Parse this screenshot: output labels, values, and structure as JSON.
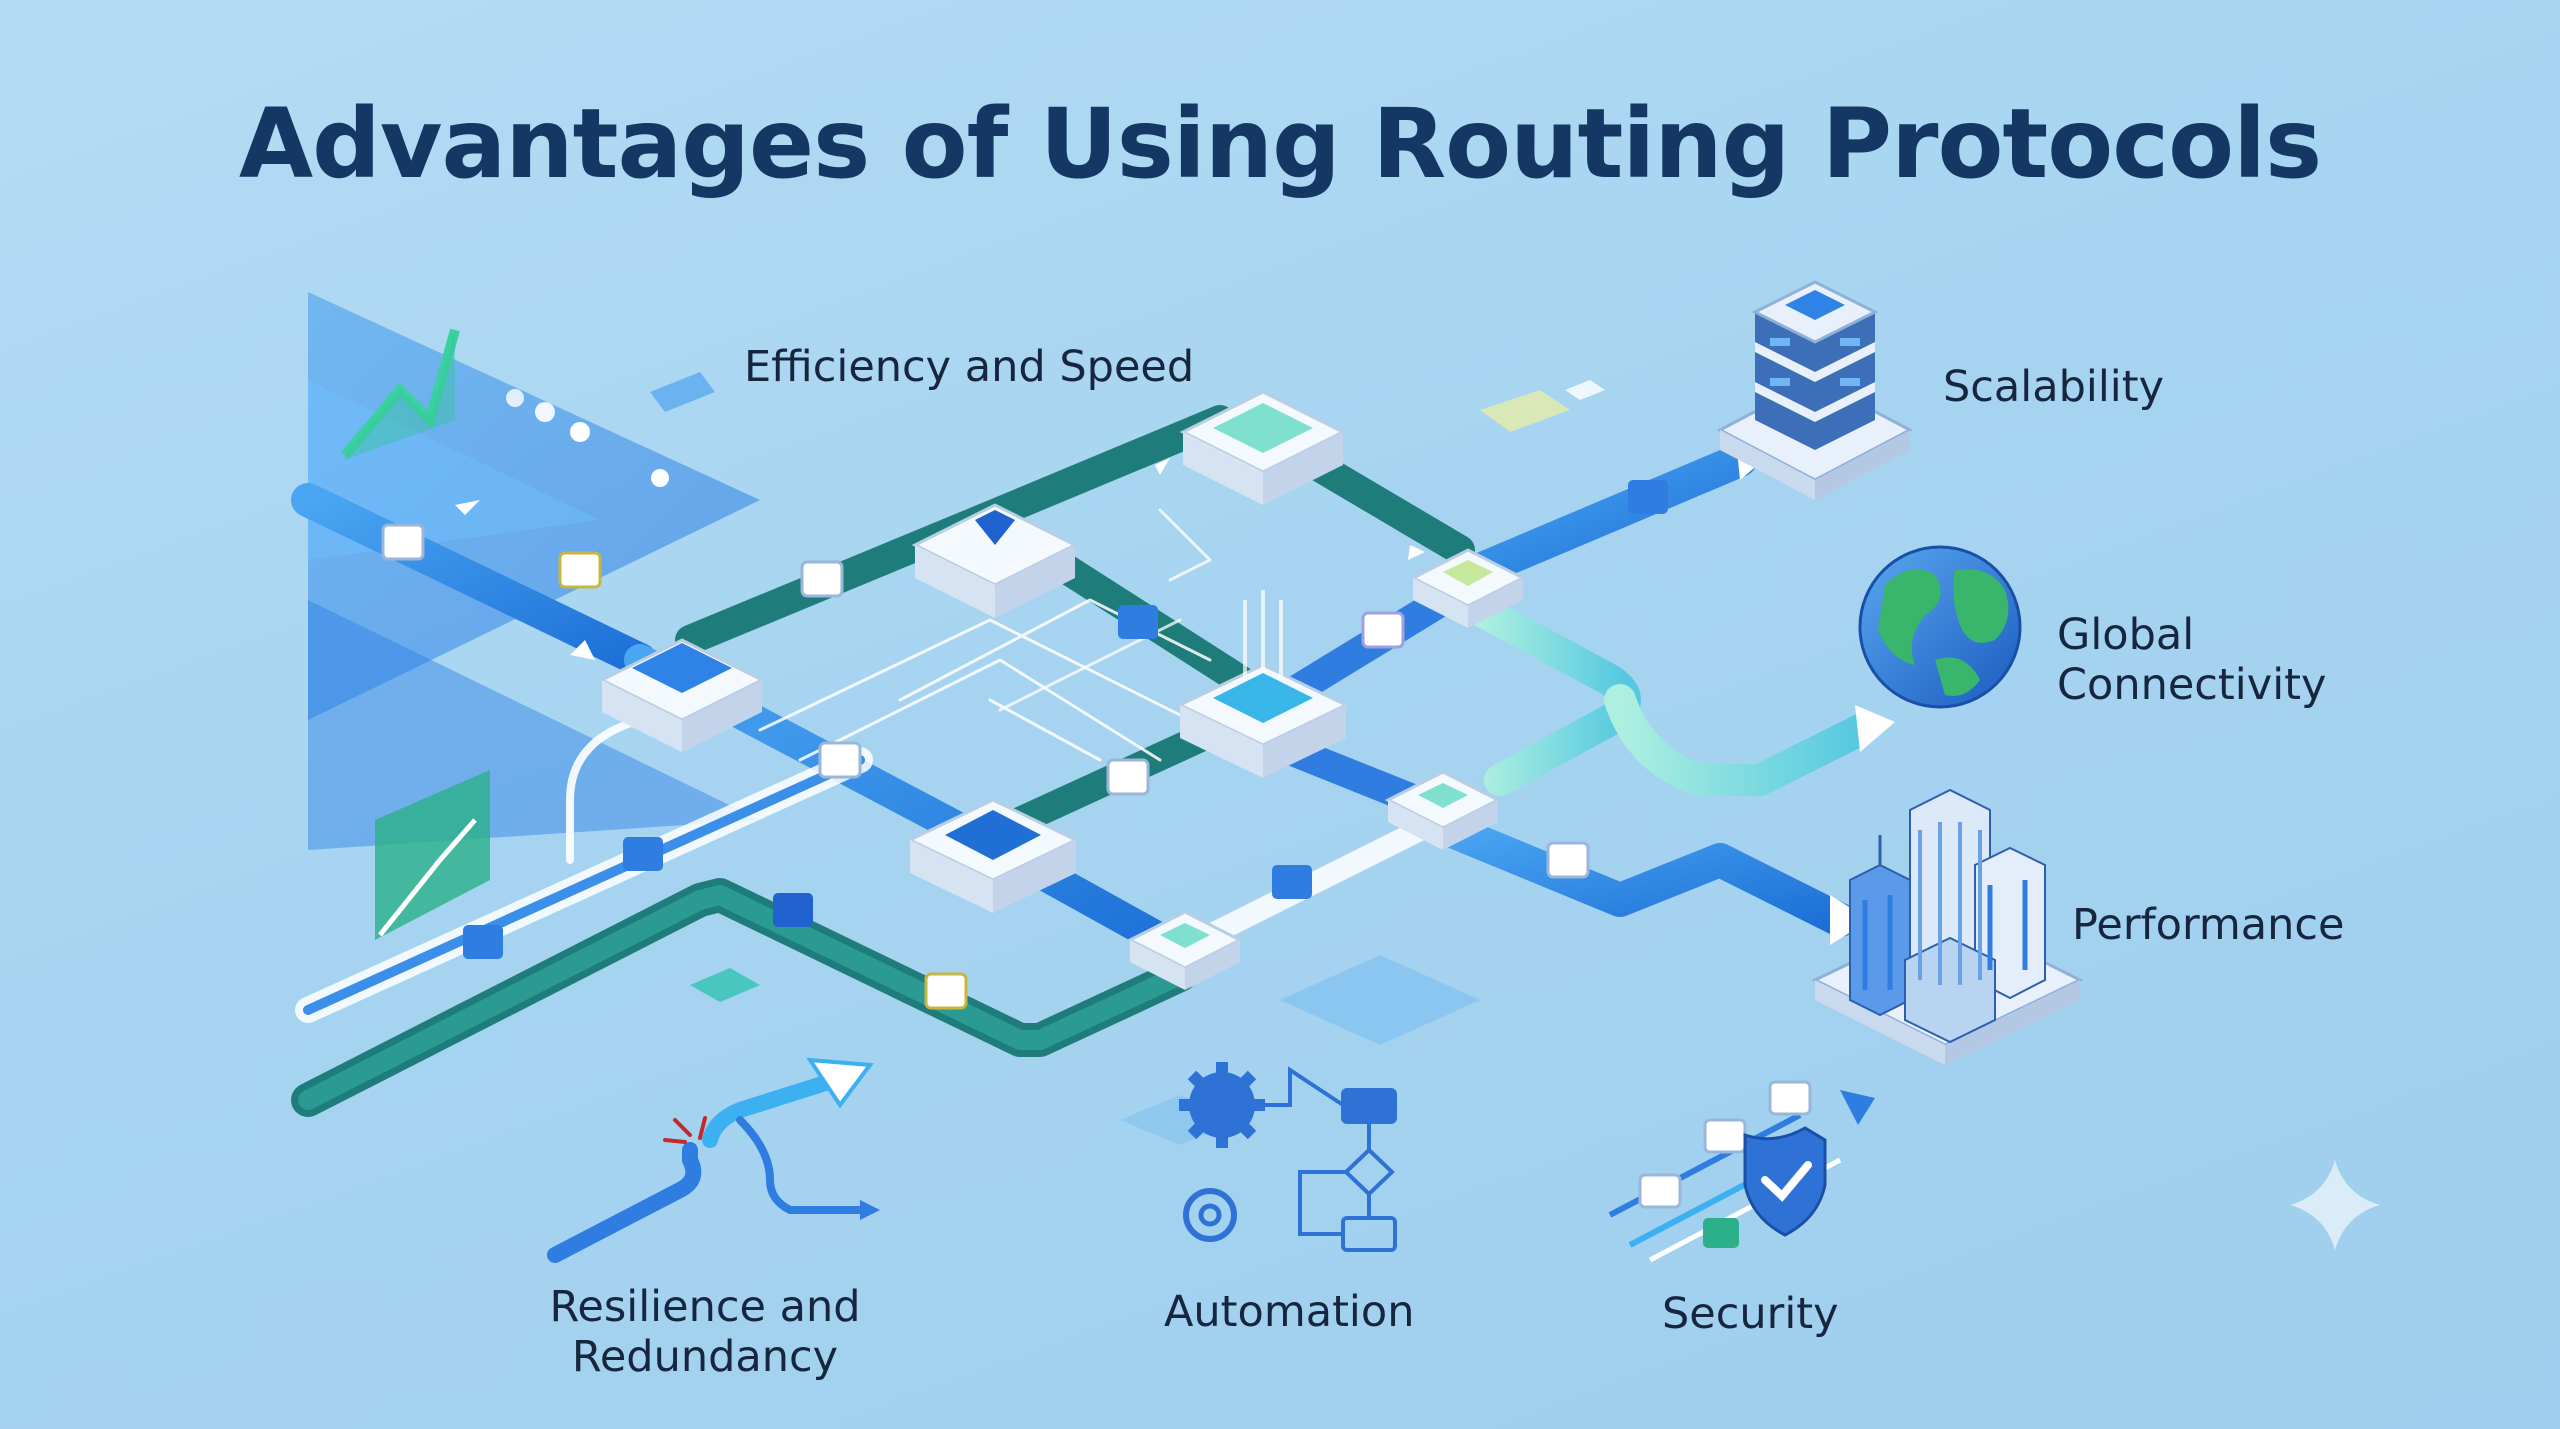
{
  "title": "Advantages of Using Routing Protocols",
  "labels": {
    "efficiency": "Efficiency and Speed",
    "scalability": "Scalability",
    "global_line1": "Global",
    "global_line2": "Connectivity",
    "performance": "Performance",
    "resilience_line1": "Resilience and",
    "resilience_line2": "Redundancy",
    "automation": "Automation",
    "security": "Security"
  },
  "icons": [
    "server-stack-icon",
    "globe-icon",
    "city-buildings-icon",
    "broken-path-reroute-icon",
    "gear-icon",
    "flowchart-icon",
    "shield-check-icon",
    "sparkle-icon"
  ],
  "colors": {
    "background": "#a6d4f0",
    "title": "#143764",
    "path_blue": "#2f7de0",
    "path_teal": "#1f7d7a",
    "node_top": "#f4f9fe",
    "accent_teal": "#7fe0d0"
  }
}
